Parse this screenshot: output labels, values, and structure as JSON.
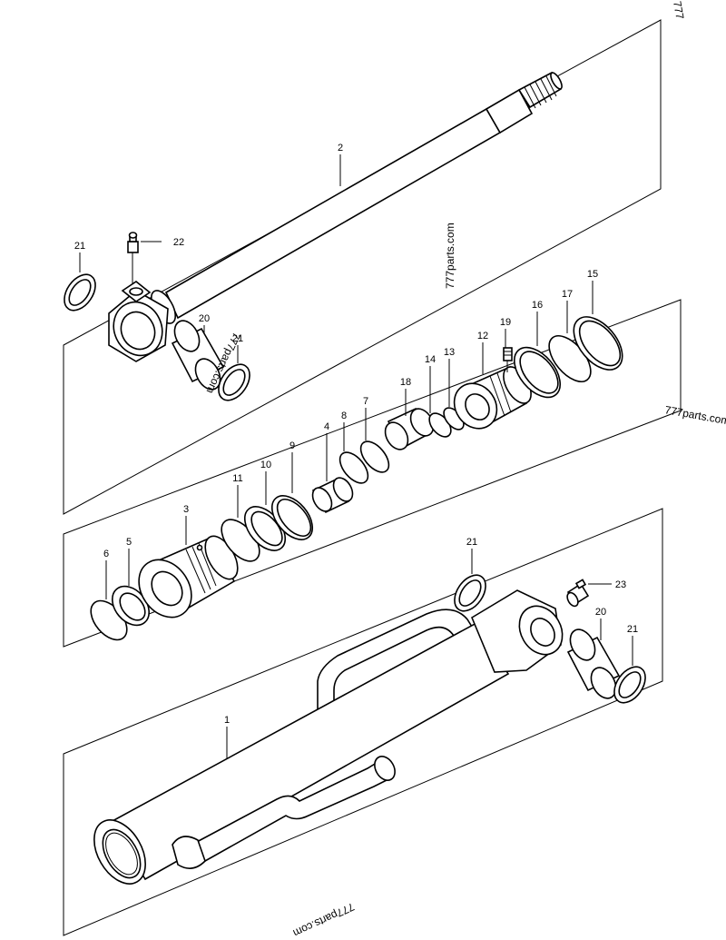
{
  "callouts": {
    "c1": "1",
    "c2": "2",
    "c3": "3",
    "c4": "4",
    "c5": "5",
    "c6": "6",
    "c7": "7",
    "c8": "8",
    "c9": "9",
    "c10": "10",
    "c11": "11",
    "c12": "12",
    "c13": "13",
    "c14": "14",
    "c15": "15",
    "c16": "16",
    "c17": "17",
    "c18": "18",
    "c19": "19",
    "c20a": "20",
    "c20b": "20",
    "c21a": "21",
    "c21b": "21",
    "c21c": "21",
    "c21d": "21",
    "c22": "22",
    "c23": "23"
  },
  "watermarks": {
    "w1": "777parts.com",
    "w2": "777parts.com",
    "w3": "777parts.com",
    "w4": "777parts.com",
    "w5": "777"
  }
}
